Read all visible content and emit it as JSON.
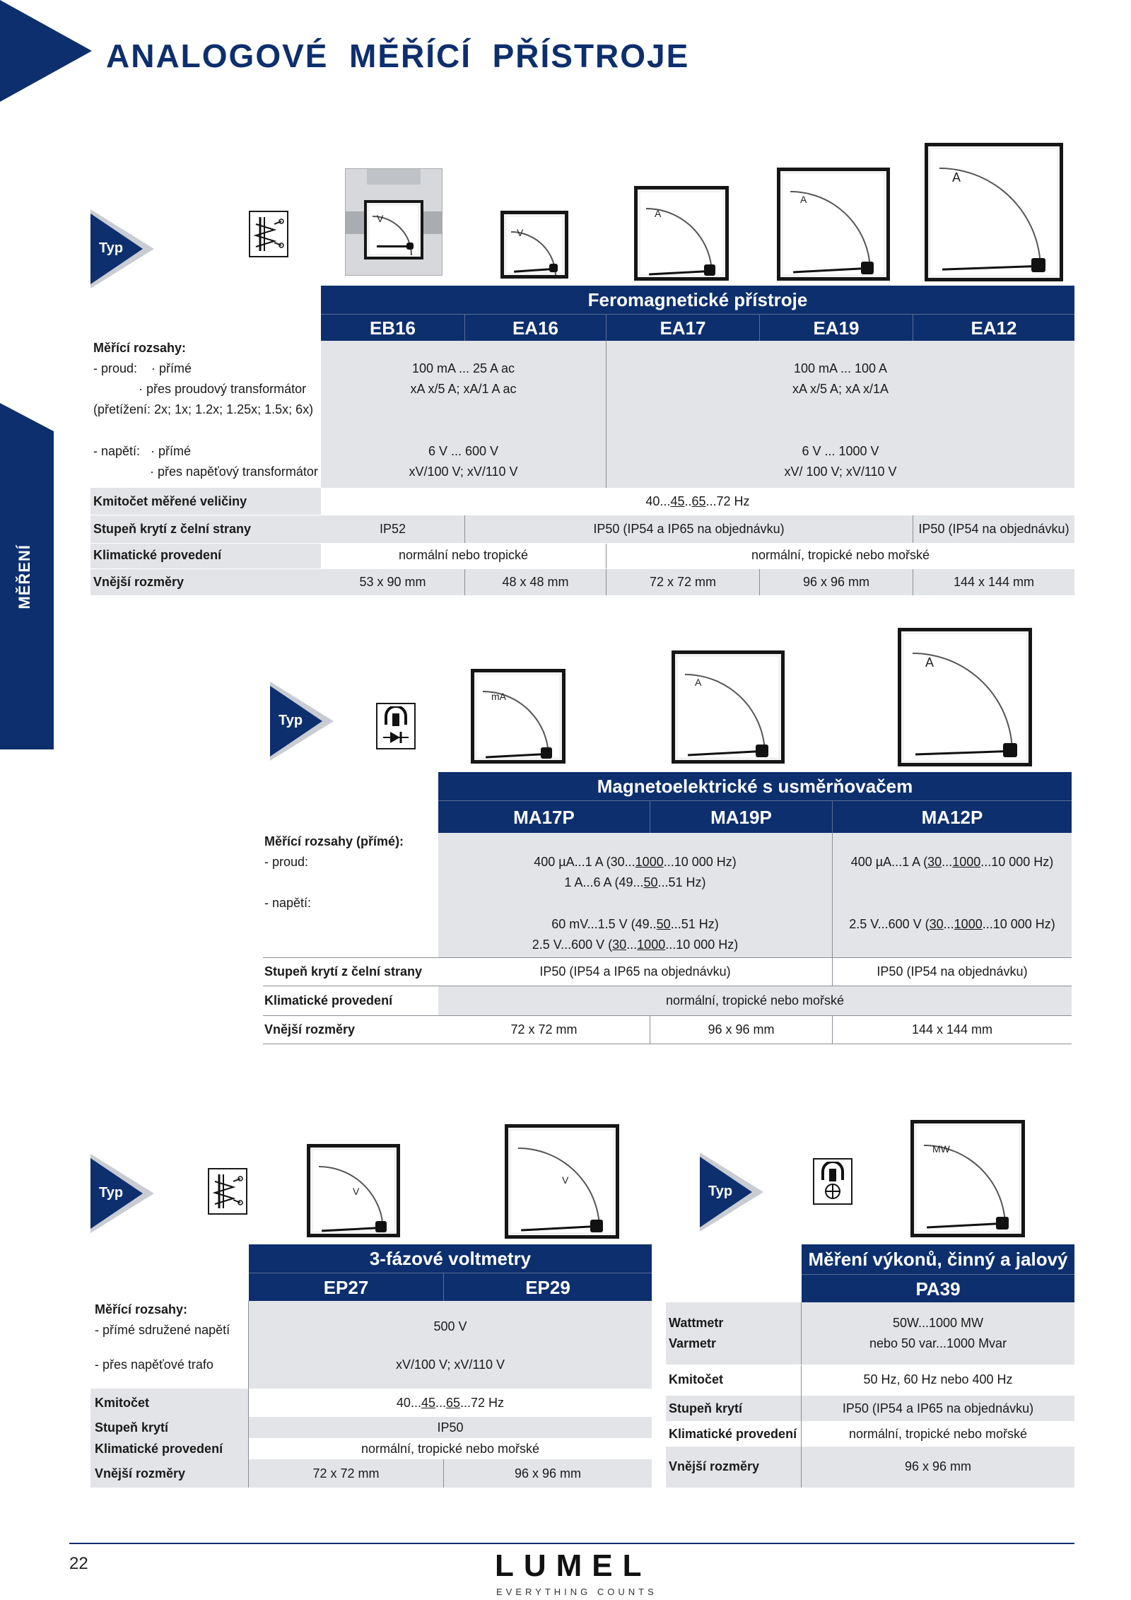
{
  "page": {
    "title": "ANALOGOVÉ  MĚŘÍCÍ  PŘÍSTROJE",
    "side_tab": "MĚŘENÍ",
    "page_number": "22"
  },
  "brand": {
    "logo": "LUMEL",
    "tagline": "EVERYTHING COUNTS"
  },
  "colors": {
    "navy": "#0d2f6e",
    "grey_row": "#e3e4e7"
  },
  "typ_label": "Typ",
  "s1": {
    "title": "Feromagnetické přístroje",
    "models": [
      "EB16",
      "EA16",
      "EA17",
      "EA19",
      "EA12"
    ],
    "meter_units": [
      "V",
      "V",
      "A",
      "A",
      "A"
    ],
    "labels": {
      "rozsahy": "Měřící rozsahy:",
      "proud": "- proud:    · přímé",
      "proud_pt": "· přes proudový transformátor",
      "pretizeni": "(přetížení: 2x; 1x; 1.2x; 1.25x; 1.5x; 6x)",
      "napeti": "- napětí:   · přímé",
      "napeti_nt": "· přes napěťový transformátor",
      "kmitocet": "Kmitočet měřené veličiny",
      "kryti": "Stupeň krytí z čelní strany",
      "klima": "Klimatické provedení",
      "rozmery": "Vnější rozměry"
    },
    "proud_a": [
      "100 mA ... 25 A ac",
      "xA x/5 A; xA/1 A ac"
    ],
    "proud_b": [
      "100 mA ... 100 A",
      "xA x/5 A; xA x/1A"
    ],
    "napeti_a": [
      "6 V ... 600 V",
      "xV/100 V; xV/110 V"
    ],
    "napeti_b": [
      "6 V ... 1000 V",
      "xV/ 100 V; xV/110 V"
    ],
    "kmitocet": {
      "pre": "40...",
      "u1": "45",
      "mid": "..",
      "u2": "65",
      "post": "...72 Hz"
    },
    "kryti": [
      "IP52",
      "IP50 (IP54 a IP65 na objednávku)",
      "IP50 (IP54 na objednávku)"
    ],
    "klima": [
      "normální nebo tropické",
      "normální, tropické nebo mořské"
    ],
    "rozmery": [
      "53 x 90 mm",
      "48 x 48 mm",
      "72 x 72 mm",
      "96 x 96 mm",
      "144 x 144 mm"
    ]
  },
  "s2": {
    "title": "Magnetoelektrické s usměrňovačem",
    "models": [
      "MA17P",
      "MA19P",
      "MA12P"
    ],
    "meter_units": [
      "mA",
      "A",
      "A"
    ],
    "labels": {
      "rozsahy": "Měřící rozsahy (přímé):",
      "proud": "- proud:",
      "napeti": "- napětí:",
      "kryti": "Stupeň krytí z čelní strany",
      "klima": "Klimatické provedení",
      "rozmery": "Vnější rozměry"
    },
    "proud_a1": {
      "pre": "400 µA...1 A (30...",
      "u": "1000",
      "post": "...10 000 Hz)"
    },
    "proud_a2": {
      "pre": "1 A...6 A (49...",
      "u": "50",
      "post": "...51 Hz)"
    },
    "proud_b": {
      "pre": "400 µA...1 A (",
      "u1": "30",
      "mid": "...",
      "u2": "1000",
      "post": "...10 000 Hz)"
    },
    "napeti_a1": {
      "pre": "60 mV...1.5 V (49..",
      "u": "50",
      "post": "...51 Hz)"
    },
    "napeti_a2": {
      "pre": "2.5 V...600 V (",
      "u1": "30",
      "mid": "...",
      "u2": "1000",
      "post": "...10 000 Hz)"
    },
    "napeti_b": {
      "pre": "2.5 V...600 V (",
      "u1": "30",
      "mid": "...",
      "u2": "1000",
      "post": "...10 000 Hz)"
    },
    "kryti": [
      "IP50 (IP54 a IP65 na objednávku)",
      "IP50 (IP54 na objednávku)"
    ],
    "klima": "normální, tropické nebo mořské",
    "rozmery": [
      "72 x 72 mm",
      "96 x 96 mm",
      "144 x 144 mm"
    ]
  },
  "s3": {
    "title": "3-fázové voltmetry",
    "models": [
      "EP27",
      "EP29"
    ],
    "meter_units": [
      "V",
      "V"
    ],
    "labels": {
      "rozsahy": "Měřící rozsahy:",
      "prime": "- přímé sdružené napětí",
      "trafo": "- přes napěťové trafo",
      "kmitocet": "Kmitočet",
      "kryti": "Stupeň krytí",
      "klima": "Klimatické provedení",
      "rozmery": "Vnější rozměry"
    },
    "prime": "500 V",
    "trafo": "xV/100 V; xV/110 V",
    "kmitocet": {
      "pre": "40...",
      "u1": "45",
      "mid": "...",
      "u2": "65",
      "post": "...72 Hz"
    },
    "kryti": "IP50",
    "klima": "normální, tropické nebo mořské",
    "rozmery": [
      "72 x 72 mm",
      "96 x 96 mm"
    ]
  },
  "s4": {
    "title": "Měření výkonů, činný a jalový",
    "model": "PA39",
    "meter_unit": "MW",
    "labels": {
      "wattmetr": "Wattmetr",
      "varmetr": "Varmetr",
      "kmitocet": "Kmitočet",
      "kryti": "Stupeň krytí",
      "klima": "Klimatické provedení",
      "rozmery": "Vnější rozměry"
    },
    "wattmetr": "50W...1000 MW",
    "varmetr": "nebo 50 var...1000 Mvar",
    "kmitocet": "50 Hz, 60 Hz nebo 400 Hz",
    "kryti": "IP50 (IP54 a IP65 na objednávku)",
    "klima": "normální, tropické nebo mořské",
    "rozmery": "96 x 96 mm"
  }
}
